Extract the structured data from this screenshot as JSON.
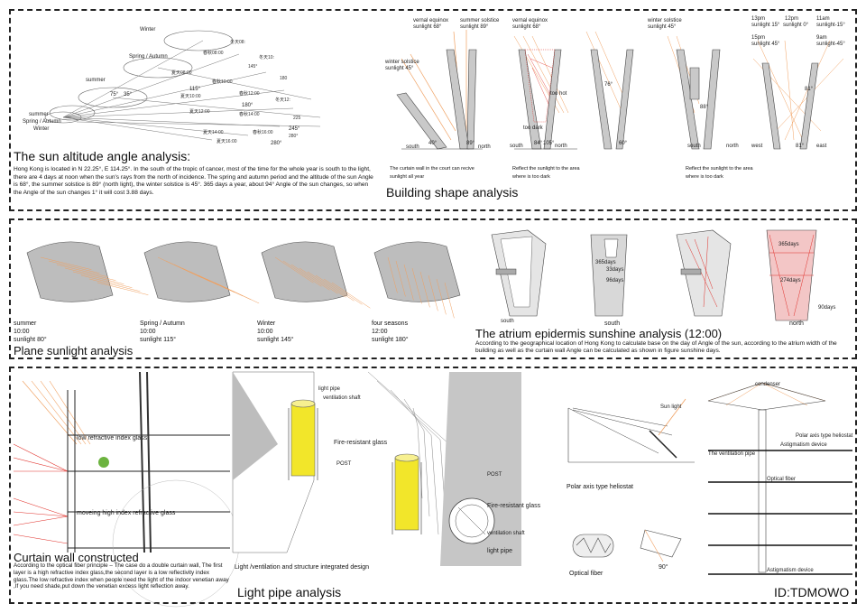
{
  "panel1": {
    "title": "The sun altitude angle  analysis:",
    "text": "Hong Kong is located in N 22.25°,  E 114.25°.   In the south of the tropic of cancer, most of the time for the whole year is south to the light, there are 4 days  at noon when the sun's rays from the north of incidence. The spring and autumn period and the altitude of the sun Angle is 68°, the summer solstice is 89° (north light), the winter solstice is 45°. 365 days a year, about 94° Angle of the sun changes, so when the Angle of the sun changes 1° it will cost 3.88 days.",
    "seasons": {
      "winter": "Winter",
      "spring": "Spring / Autumn",
      "summer": "summer",
      "legend_summer": "summer",
      "legend_spring": "Spring / Autumn",
      "legend_winter": "Winter"
    },
    "angles": [
      "75°",
      "35°",
      "115°",
      "180°",
      "245°",
      "280°"
    ],
    "building_title": "Building shape analysis",
    "b1": {
      "l1": "vernal equinox",
      "l1b": "sunlight 68°",
      "l2": "summer solstice",
      "l2b": "sunlight 89°",
      "l3": "winter solstice",
      "l3b": "sunlight 45°",
      "south": "south",
      "north": "north",
      "a1": "40°",
      "a2": "89°",
      "note": "The curtain wall in the court can recive sunlight all year"
    },
    "b2": {
      "l1": "vernal equinox",
      "l1b": "sunlight 68°",
      "hot": "too hot",
      "dark": "too dark",
      "south": "south",
      "north": "north",
      "a": "84°",
      "a2": "105°",
      "note": "Reflect the sunlight to the area where is too dark"
    },
    "b3": {
      "l1": "winter solstice",
      "l1b": "sunlight 45°",
      "south": "south",
      "north": "north",
      "a": "76°",
      "a2": "60°",
      "a3": "88°",
      "note": "Reflect the sunlight to the area where is too dark"
    },
    "b4": {
      "t1": "13pm",
      "t1b": "sunlight 15°",
      "t2": "12pm",
      "t2b": "sunlight 0°",
      "t3": "11am",
      "t3b": "sunlight-15°",
      "t4": "15pm",
      "t4b": "sunlight 45°",
      "t5": "9am",
      "t5b": "sunlight-45°",
      "west": "west",
      "east": "east",
      "a": "81°",
      "a2": "81°"
    }
  },
  "panel2": {
    "title": "Plane sunlight analysis",
    "items": [
      {
        "season": "summer",
        "time": "10:00",
        "sun": "sunlight 80°"
      },
      {
        "season": "Spring / Autumn",
        "time": "10:00",
        "sun": "sunlight 115°"
      },
      {
        "season": "Winter",
        "time": "10:00",
        "sun": "sunlight 145°"
      },
      {
        "season": "four seasons",
        "time": "12:00",
        "sun": "sunlight 180°"
      }
    ],
    "atrium_title": "The atrium epidermis sunshine analysis (12:00)",
    "atrium_text": "According to the geographical location of Hong Kong to calculate base on the day of Angle of the sun, according to the atrium width of the building as well as the curtain wall Angle can be calculated as shown in figure sunshine days.",
    "atrium": {
      "south1": "south",
      "south2": "south",
      "north": "north",
      "d1": "365days",
      "d2": "33days",
      "d3": "96days",
      "d4": "365days",
      "d5": "274days",
      "d6": "90days"
    }
  },
  "panel3": {
    "curtain_title": "Curtain wall constructed",
    "curtain_text": "According to the optical fiber  principle – The case do a double curtain wall, The first layer is a high refractive index glass,the second layer is a low reflectivity index glass.The low refractive index when people need the light of the indoor venetian away ,If you need shade,put down the venetian excess light reflection away.",
    "low_glass": "low refractive index glass",
    "high_glass": "moveing high index refractive glass",
    "pipe_labels": {
      "light_pipe": "light pipe",
      "vent": "ventilation shaft",
      "fire": "Fire-resistant glass",
      "post": "POST"
    },
    "section_labels": {
      "post": "POST",
      "fire": "Fire-resistant glass",
      "vent": "ventilation shaft",
      "light_pipe": "light pipe"
    },
    "integrated": "Light /ventilation and structure  integrated design",
    "analysis_title": "Light pipe analysis",
    "heliostat": {
      "sun": "Sun light",
      "caption": "Polar axis type heliostat",
      "fiber": "Optical fiber",
      "angle": "90°"
    },
    "system": {
      "condenser": "condenser",
      "heliostat": "Polar axis type heliostat",
      "astig1": "Astigmatism device",
      "vent": "The ventilation pipe",
      "fiber": "Optical fiber",
      "astig2": "Astigmatism device"
    },
    "id": "ID:TDMOWO"
  },
  "colors": {
    "orange": "#f0a060",
    "red": "#e0302a",
    "gray": "#bdbdbd",
    "yellow": "#f2e62a"
  }
}
